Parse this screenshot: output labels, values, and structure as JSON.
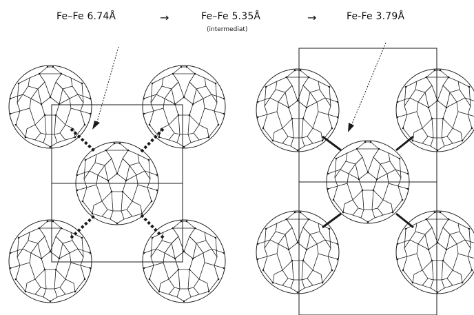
{
  "header": {
    "state1": "Fe–Fe  6.74Å",
    "state2": "Fe–Fe  5.35Å",
    "state2_note": "(intermediat)",
    "state3": "Fe-Fe  3.79Å",
    "arrow": "→"
  },
  "panels": [
    {
      "name": "left-lattice",
      "bond_style": "dashed",
      "molecules": 5
    },
    {
      "name": "right-lattice",
      "bond_style": "solid",
      "molecules": 5
    }
  ],
  "icons": [
    "fullerene-cage-icon",
    "unit-cell-box",
    "pointer-arrow"
  ],
  "colors": {
    "line": "#1a1a1a",
    "background": "#ffffff"
  }
}
